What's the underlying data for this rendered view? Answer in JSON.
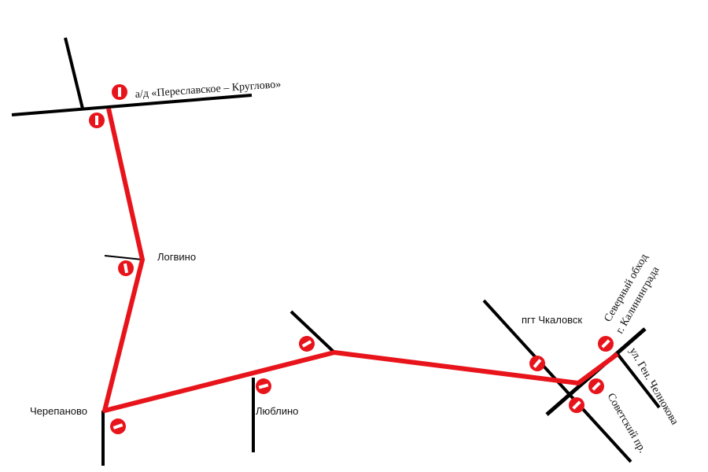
{
  "colors": {
    "route": "#e8141b",
    "road": "#000000",
    "marker_bar": "#ffffff"
  },
  "labels": {
    "highway": "а/д «Переславское – Круглово»",
    "logvino": "Логвино",
    "cherepanovo": "Черепаново",
    "lyublino": "Люблино",
    "chkalovsk": "пгт Чкаловск",
    "northern_bypass_1": "Северный обход",
    "northern_bypass_2": "г. Калининграда",
    "chelnokova": "ул. Ген. Челнокова",
    "sovetsky": "Советский пр."
  },
  "marker_icon": "no-entry-icon"
}
